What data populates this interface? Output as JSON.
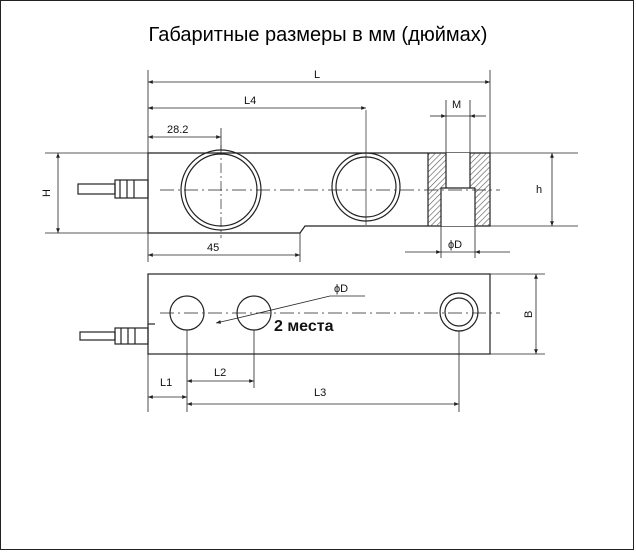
{
  "title": "Габаритные размеры в мм (дюймах)",
  "labels": {
    "L": "L",
    "L4": "L4",
    "M": "M",
    "d28": "28.2",
    "H": "H",
    "h": "h",
    "d45": "45",
    "phiD_top": "ϕD",
    "phiD_bottom": "ϕD",
    "note": "2 места",
    "B": "B",
    "L1": "L1",
    "L2": "L2",
    "L3": "L3"
  }
}
